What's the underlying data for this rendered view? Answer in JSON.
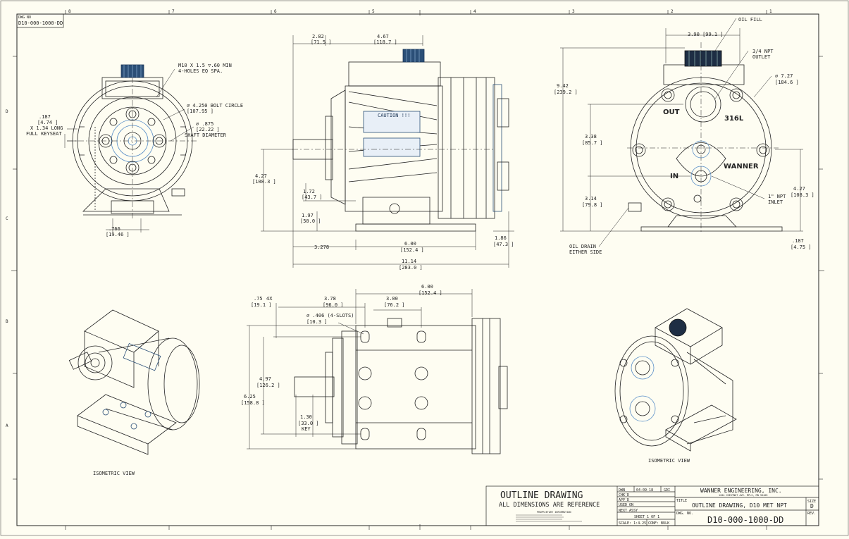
{
  "sheet": {
    "corner_label": "DWG NO",
    "corner_number": "D10-000-1000-DD",
    "zone_numbers": [
      "8",
      "7",
      "6",
      "5",
      "4",
      "3",
      "2",
      "1"
    ],
    "zone_letters": [
      "D",
      "C",
      "B",
      "A"
    ]
  },
  "front_view": {
    "hole_note_1": "M10 X 1.5  ▽.60 MIN",
    "hole_note_2": "4-HOLES EQ SPA.",
    "bolt_circle_1": "⌀ 4.250  BOLT CIRCLE",
    "bolt_circle_2": "[107.95 ]",
    "shaft_1": "⌀ .875",
    "shaft_2": "[22.22 ]",
    "shaft_3": "SHAFT DIAMETER",
    "keyseat_1": ".187",
    "keyseat_2": "[4.74 ]",
    "keyseat_3": "X 1.34 LONG",
    "keyseat_4": "FULL KEYSEAT",
    "bottom_1": ".766",
    "bottom_2": "[19.46 ]"
  },
  "side_view": {
    "d1_1": "2.82",
    "d1_2": "[71.5 ]",
    "d2_1": "4.67",
    "d2_2": "[118.7 ]",
    "d3_1": "4.27",
    "d3_2": "[108.3 ]",
    "d4_1": "1.72",
    "d4_2": "[43.7 ]",
    "d5_1": "1.97",
    "d5_2": "[50.0 ]",
    "d6_1": "3.278",
    "d7_1": "6.00",
    "d7_2": "[152.4 ]",
    "d8_1": "11.14",
    "d8_2": "[283.0 ]",
    "d9_1": "1.86",
    "d9_2": "[47.3 ]",
    "caution": "CAUTION !!!"
  },
  "rear_view": {
    "oil_fill": "OIL FILL",
    "d1": "3.90  [99.1 ]",
    "outlet_1": "3/4 NPT",
    "outlet_2": "OUTLET",
    "d2_1": "⌀ 7.27",
    "d2_2": "[184.6 ]",
    "d3_1": "9.42",
    "d3_2": "[239.2 ]",
    "d4_1": "3.38",
    "d4_2": "[85.7 ]",
    "d5_1": "3.14",
    "d5_2": "[79.8 ]",
    "d6_1": "4.27",
    "d6_2": "[108.3 ]",
    "d7_1": ".187",
    "d7_2": "[4.75 ]",
    "inlet_1": "1\" NPT",
    "inlet_2": "INLET",
    "oil_drain_1": "OIL DRAIN",
    "oil_drain_2": "EITHER SIDE",
    "out_label": "OUT",
    "in_label": "IN",
    "material": "316L",
    "brand": "WANNER"
  },
  "bottom_view": {
    "d1_1": "6.00",
    "d1_2": "[152.4 ]",
    "d2_1": ".75",
    "d2_2": "4X",
    "d2_3": "[19.1 ]",
    "d3_1": "3.78",
    "d3_2": "[96.0 ]",
    "d4_1": "3.00",
    "d4_2": "[76.2 ]",
    "d5_1": "⌀ .406  (4-SLOTS)",
    "d5_2": "[10.3 ]",
    "d6_1": "4.97",
    "d6_2": "[126.2 ]",
    "d7_1": "6.25",
    "d7_2": "[158.8 ]",
    "d8_1": "1.30",
    "d8_2": "[33.0 ]",
    "d8_3": "KEY"
  },
  "iso_labels": {
    "left": "ISOMETRIC VIEW",
    "right": "ISOMETRIC VIEW"
  },
  "title_block": {
    "outline_1": "OUTLINE DRAWING",
    "outline_2": "ALL DIMENSIONS ARE REFERENCE",
    "proprietary": "PROPRIETARY INFORMATION",
    "dwn_label": "DWN",
    "dwn_date": "04-09-18",
    "dwn_initials": "GDI",
    "chkd_label": "CHK'D",
    "appd_label": "APP'D",
    "used_on_label": "USED ON",
    "next_assy_label": "NEXT ASSY",
    "sheet_label": "SHEET 1 OF 1",
    "scale_label": "SCALE: 1:4.25",
    "conf_label": "CONF: BULK",
    "company": "WANNER ENGINEERING, INC.",
    "address": "1204 CHESTNUT AVE. MPLS, MN 55403",
    "title_label": "TITLE",
    "title": "OUTLINE DRAWING, D10 MET NPT",
    "size_label": "SIZE",
    "size": "D",
    "dwg_no_label": "DWG. NO.",
    "dwg_no": "D10-000-1000-DD",
    "rev_label": "REV."
  }
}
